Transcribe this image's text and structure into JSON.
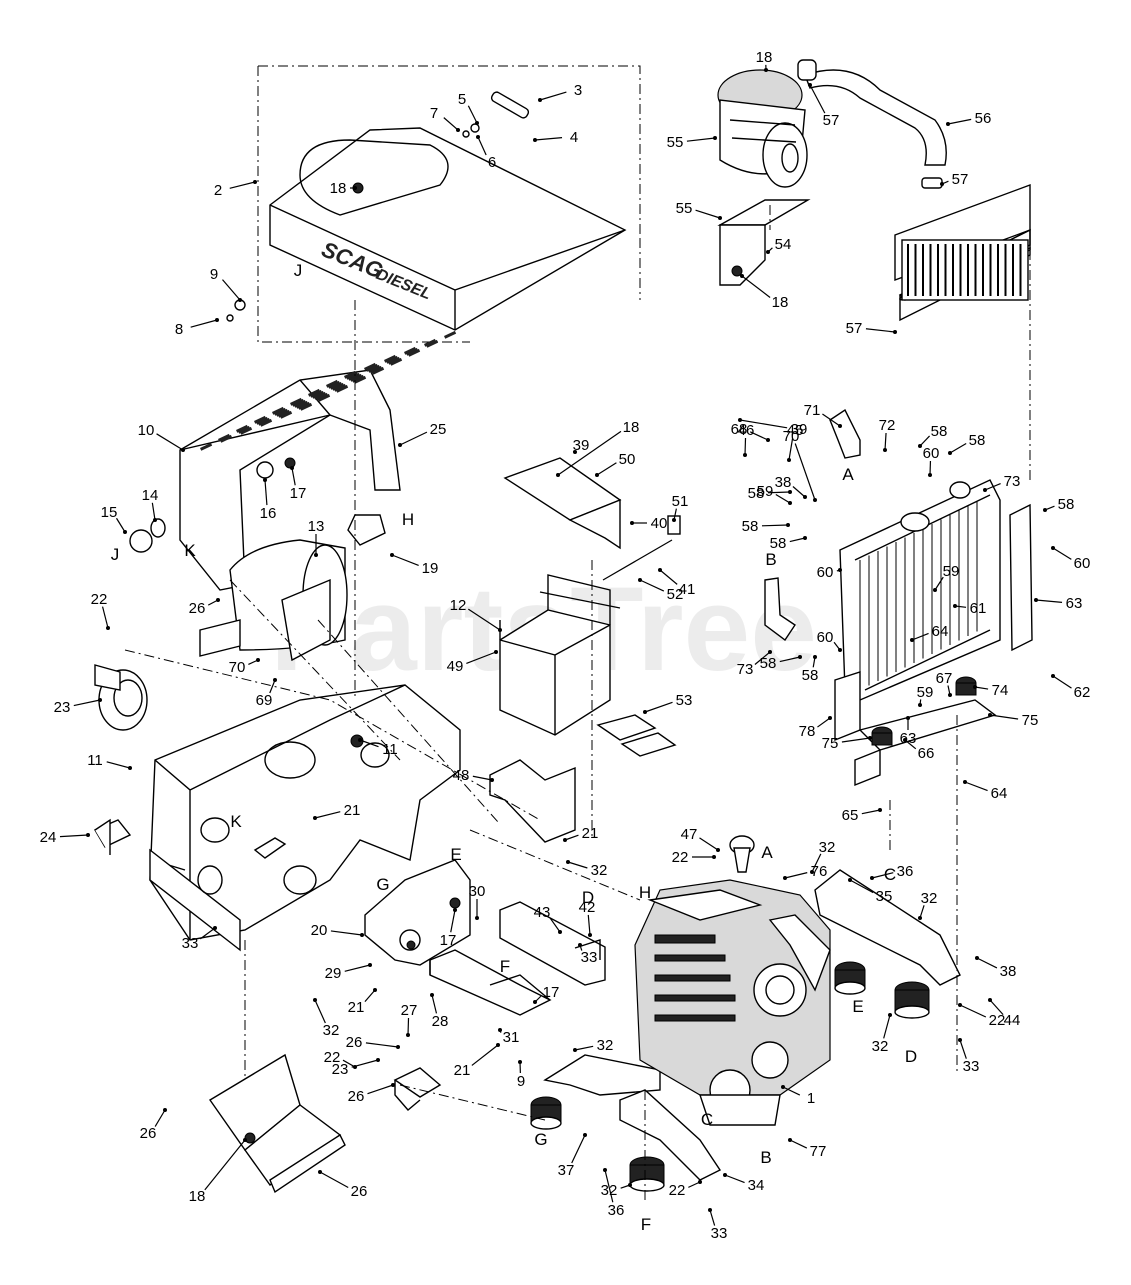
{
  "watermark": "PartsTree",
  "brand_text": "SCAG",
  "brand_subtext": "DIESEL",
  "callouts": [
    {
      "label": "1"
    },
    {
      "label": "2"
    },
    {
      "label": "3"
    },
    {
      "label": "4"
    },
    {
      "label": "5"
    },
    {
      "label": "6"
    },
    {
      "label": "7"
    },
    {
      "label": "8"
    },
    {
      "label": "9"
    },
    {
      "label": "9"
    },
    {
      "label": "10"
    },
    {
      "label": "11"
    },
    {
      "label": "11"
    },
    {
      "label": "12"
    },
    {
      "label": "13"
    },
    {
      "label": "14"
    },
    {
      "label": "15"
    },
    {
      "label": "16"
    },
    {
      "label": "17"
    },
    {
      "label": "17"
    },
    {
      "label": "17"
    },
    {
      "label": "18"
    },
    {
      "label": "18"
    },
    {
      "label": "18"
    },
    {
      "label": "18"
    },
    {
      "label": "18"
    },
    {
      "label": "19"
    },
    {
      "label": "20"
    },
    {
      "label": "21"
    },
    {
      "label": "21"
    },
    {
      "label": "21"
    },
    {
      "label": "21"
    },
    {
      "label": "22"
    },
    {
      "label": "22"
    },
    {
      "label": "22"
    },
    {
      "label": "22"
    },
    {
      "label": "22"
    },
    {
      "label": "23"
    },
    {
      "label": "23"
    },
    {
      "label": "24"
    },
    {
      "label": "25"
    },
    {
      "label": "26"
    },
    {
      "label": "26"
    },
    {
      "label": "26"
    },
    {
      "label": "26"
    },
    {
      "label": "26"
    },
    {
      "label": "27"
    },
    {
      "label": "28"
    },
    {
      "label": "29"
    },
    {
      "label": "30"
    },
    {
      "label": "31"
    },
    {
      "label": "32"
    },
    {
      "label": "32"
    },
    {
      "label": "32"
    },
    {
      "label": "32"
    },
    {
      "label": "32"
    },
    {
      "label": "32"
    },
    {
      "label": "32"
    },
    {
      "label": "33"
    },
    {
      "label": "33"
    },
    {
      "label": "33"
    },
    {
      "label": "33"
    },
    {
      "label": "34"
    },
    {
      "label": "35"
    },
    {
      "label": "36"
    },
    {
      "label": "36"
    },
    {
      "label": "37"
    },
    {
      "label": "38"
    },
    {
      "label": "38"
    },
    {
      "label": "39"
    },
    {
      "label": "39"
    },
    {
      "label": "40"
    },
    {
      "label": "41"
    },
    {
      "label": "42"
    },
    {
      "label": "43"
    },
    {
      "label": "44"
    },
    {
      "label": "45"
    },
    {
      "label": "46"
    },
    {
      "label": "47"
    },
    {
      "label": "48"
    },
    {
      "label": "49"
    },
    {
      "label": "50"
    },
    {
      "label": "51"
    },
    {
      "label": "52"
    },
    {
      "label": "53"
    },
    {
      "label": "54"
    },
    {
      "label": "55"
    },
    {
      "label": "55"
    },
    {
      "label": "56"
    },
    {
      "label": "57"
    },
    {
      "label": "57"
    },
    {
      "label": "57"
    },
    {
      "label": "58"
    },
    {
      "label": "58"
    },
    {
      "label": "58"
    },
    {
      "label": "58"
    },
    {
      "label": "58"
    },
    {
      "label": "58"
    },
    {
      "label": "58"
    },
    {
      "label": "58"
    },
    {
      "label": "59"
    },
    {
      "label": "59"
    },
    {
      "label": "59"
    },
    {
      "label": "60"
    },
    {
      "label": "60"
    },
    {
      "label": "60"
    },
    {
      "label": "60"
    },
    {
      "label": "61"
    },
    {
      "label": "62"
    },
    {
      "label": "63"
    },
    {
      "label": "63"
    },
    {
      "label": "64"
    },
    {
      "label": "64"
    },
    {
      "label": "65"
    },
    {
      "label": "66"
    },
    {
      "label": "67"
    },
    {
      "label": "68"
    },
    {
      "label": "69"
    },
    {
      "label": "70"
    },
    {
      "label": "70"
    },
    {
      "label": "71"
    },
    {
      "label": "72"
    },
    {
      "label": "73"
    },
    {
      "label": "73"
    },
    {
      "label": "74"
    },
    {
      "label": "75"
    },
    {
      "label": "75"
    },
    {
      "label": "76"
    },
    {
      "label": "77"
    },
    {
      "label": "78"
    }
  ],
  "connectors": [
    {
      "label": "A"
    },
    {
      "label": "A"
    },
    {
      "label": "B"
    },
    {
      "label": "B"
    },
    {
      "label": "C"
    },
    {
      "label": "C"
    },
    {
      "label": "D"
    },
    {
      "label": "D"
    },
    {
      "label": "E"
    },
    {
      "label": "E"
    },
    {
      "label": "F"
    },
    {
      "label": "F"
    },
    {
      "label": "G"
    },
    {
      "label": "G"
    },
    {
      "label": "H"
    },
    {
      "label": "H"
    },
    {
      "label": "J"
    },
    {
      "label": "J"
    },
    {
      "label": "K"
    },
    {
      "label": "K"
    }
  ]
}
